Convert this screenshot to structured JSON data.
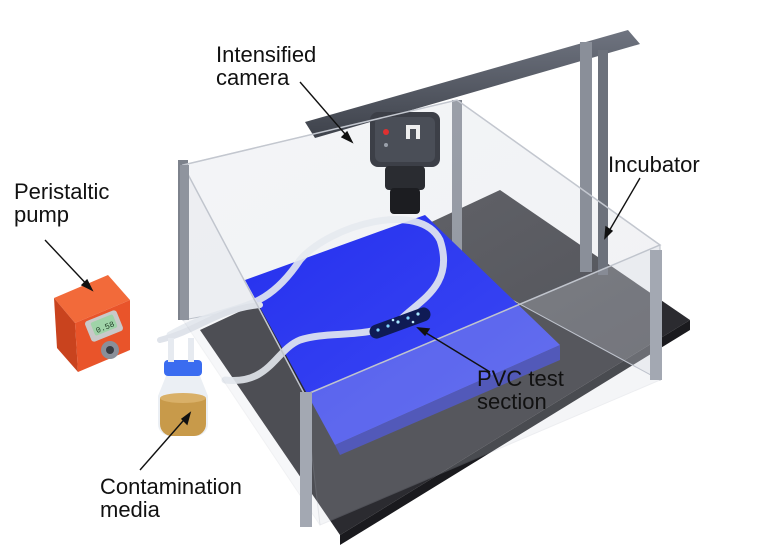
{
  "labels": {
    "camera": {
      "line1": "Intensified",
      "line2": "camera"
    },
    "incubator": {
      "line1": "Incubator"
    },
    "pump": {
      "line1": "Peristaltic",
      "line2": "pump"
    },
    "pvc": {
      "line1": "PVC test",
      "line2": "section"
    },
    "media": {
      "line1": "Contamination",
      "line2": "media"
    }
  },
  "pump_display": {
    "value": "0.58"
  },
  "colors": {
    "tray_blue": "#2b35f0",
    "pump_orange": "#f0582e",
    "frame_gray": "#9aa0aa",
    "base_black": "#2a2a2e",
    "media_amber": "#c89a4a",
    "cap_blue": "#3a6cf0"
  }
}
